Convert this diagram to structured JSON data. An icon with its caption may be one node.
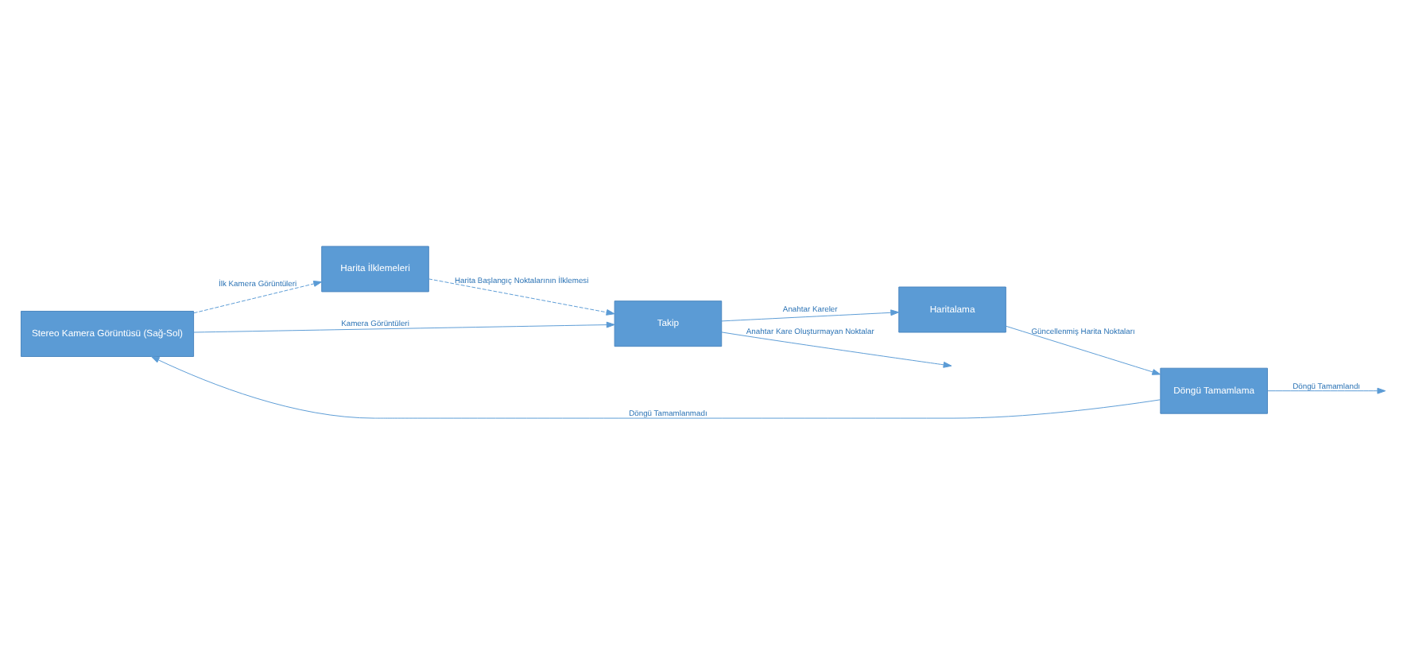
{
  "diagram": {
    "nodes": [
      {
        "text": [
          "Stereo Kamera Görüntüsü (Sağ-Sol)"
        ]
      },
      {
        "text": [
          "Harita İlklemeleri"
        ]
      },
      {
        "text": [
          "Takip"
        ]
      },
      {
        "text": [
          "Haritalama"
        ]
      },
      {
        "text": [
          "Döngü Tamamlama"
        ]
      }
    ],
    "edges": [
      {
        "from": 0,
        "to": 1,
        "arrow": "to",
        "label": "İlk Kamera Görüntüleri",
        "style": "dashed"
      },
      {
        "from": 1,
        "to": 2,
        "arrow": "to",
        "label": "Harita Başlangıç Noktalarının İlklemesi",
        "style": "dashed"
      },
      {
        "from": 0,
        "to": 2,
        "arrow": "to",
        "label": "Kamera Görüntüleri"
      },
      {
        "from": 2,
        "to": null,
        "arrow": "to",
        "label": "Anahtar Kare Oluşturmayan Noktalar"
      },
      {
        "from": 2,
        "to": 3,
        "arrow": "to",
        "label": "Anahtar Kareler"
      },
      {
        "from": 3,
        "to": 4,
        "arrow": "to",
        "label": "Güncellenmiş Harita Noktaları"
      },
      {
        "from": 4,
        "to": 0,
        "arrow": "to",
        "label": "Döngü Tamamlanmadı"
      },
      {
        "from": 4,
        "to": null,
        "arrow": "to",
        "label": "Döngü Tamamlandı"
      }
    ]
  }
}
